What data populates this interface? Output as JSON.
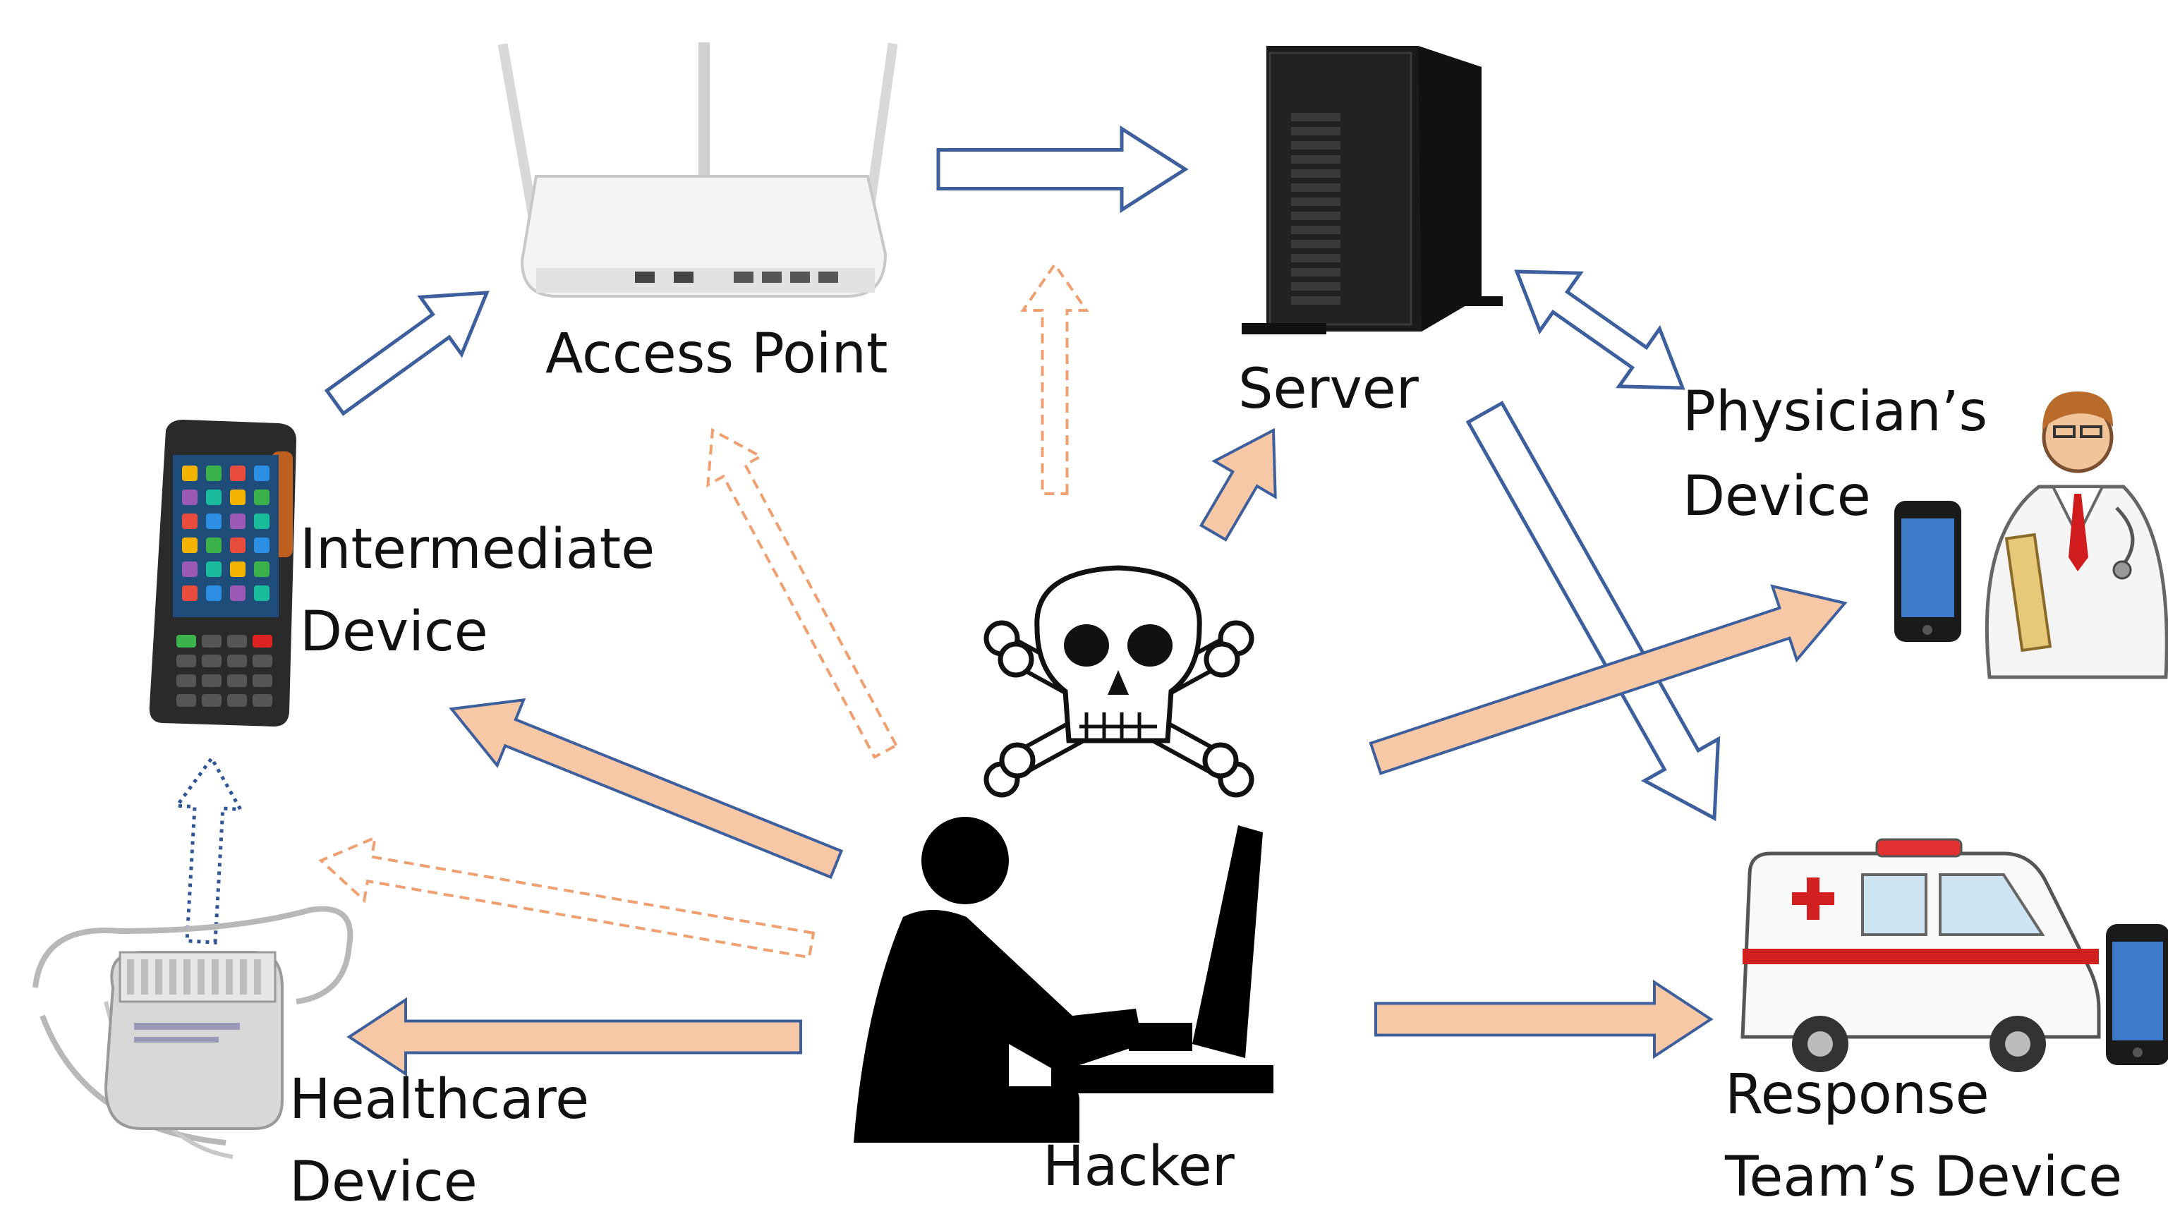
{
  "labels": {
    "access_point": "Access Point",
    "server": "Server",
    "physician_line1": "Physician’s",
    "physician_line2": "Device",
    "intermediate_line1": "Intermediate",
    "intermediate_line2": "Device",
    "healthcare_line1": "Healthcare",
    "healthcare_line2": "Device",
    "hacker": "Hacker",
    "response_line1": "Response",
    "response_line2": "Team’s Device"
  },
  "colors": {
    "legit_arrow_stroke": "#3e5f9e",
    "attack_arrow_fill": "#f7c8a6",
    "attack_arrow_stroke": "#3e5f9e",
    "attack_dashed_stroke": "#f0a070",
    "ble_dotted_stroke": "#2f5597",
    "ambulance_red": "#d22020"
  }
}
